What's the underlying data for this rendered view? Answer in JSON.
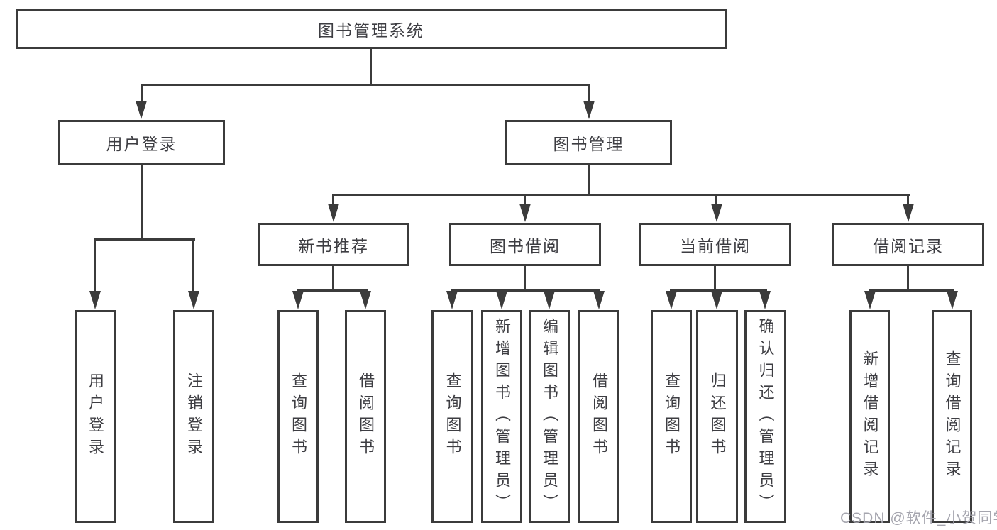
{
  "watermark": "CSDN @软件_小贺同学",
  "colors": {
    "line": "#3b3b3b",
    "text": "#3d3d42",
    "background": "#ffffff",
    "watermark": "#a0a0aa"
  },
  "tree": {
    "root": {
      "label": "图书管理系统"
    },
    "level2": [
      {
        "label": "用户登录",
        "children": [
          {
            "label": "用户登录"
          },
          {
            "label": "注销登录"
          }
        ]
      },
      {
        "label": "图书管理",
        "children": [
          {
            "label": "新书推荐",
            "children": [
              {
                "label": "查询图书"
              },
              {
                "label": "借阅图书"
              }
            ]
          },
          {
            "label": "图书借阅",
            "children": [
              {
                "label": "查询图书"
              },
              {
                "label": "新增图书（管理员）"
              },
              {
                "label": "编辑图书（管理员）"
              },
              {
                "label": "借阅图书"
              }
            ]
          },
          {
            "label": "当前借阅",
            "children": [
              {
                "label": "查询图书"
              },
              {
                "label": "归还图书"
              },
              {
                "label": "确认归还（管理员）"
              }
            ]
          },
          {
            "label": "借阅记录",
            "children": [
              {
                "label": "新增借阅记录"
              },
              {
                "label": "查询借阅记录"
              }
            ]
          }
        ]
      }
    ]
  }
}
